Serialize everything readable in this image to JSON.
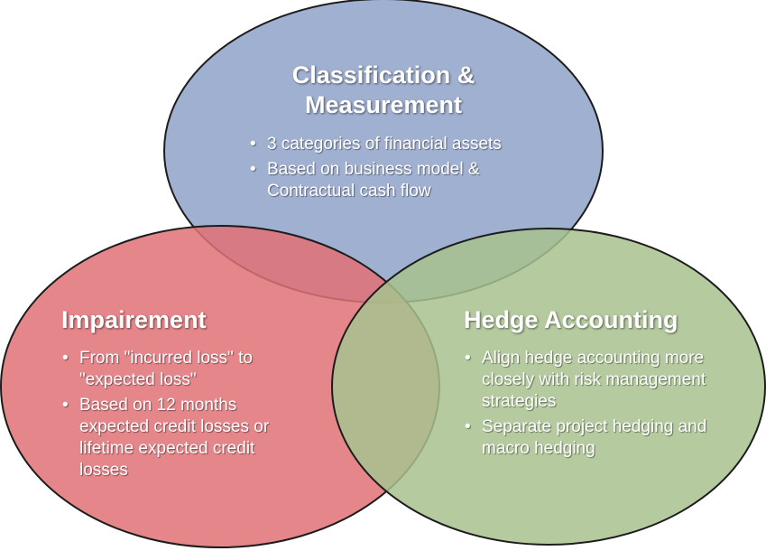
{
  "colors": {
    "classification_fill": "#8fa2c9",
    "impairment_fill": "#e07175",
    "hedge_fill": "#a8c28e",
    "outline": "#1c1c1c"
  },
  "circles": {
    "classification": {
      "title_line1": "Classification &",
      "title_line2": "Measurement",
      "bullets": [
        "3 categories of financial assets",
        "Based on business model & Contractual cash flow"
      ]
    },
    "impairment": {
      "title": "Impairement",
      "bullets": [
        "From \"incurred loss\" to \"expected loss\"",
        "Based on 12 months expected credit losses or lifetime expected credit losses"
      ]
    },
    "hedge": {
      "title": "Hedge Accounting",
      "bullets": [
        "Align hedge accounting more closely with risk management strategies",
        "Separate project hedging and macro hedging"
      ]
    }
  }
}
